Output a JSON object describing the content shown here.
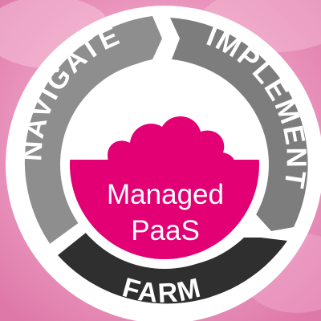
{
  "diagram": {
    "segments": {
      "navigate": {
        "label": "NAVIGATE"
      },
      "implement": {
        "label": "IMPLEMENT"
      },
      "farm": {
        "label": "FARM"
      }
    },
    "center": {
      "line1": "Managed",
      "line2": "PaaS"
    }
  },
  "colors": {
    "background": "#e98fb9",
    "magenta": "#e20074",
    "ring_gray": "#8e8e8e",
    "ring_dark": "#2f2f2f",
    "white": "#ffffff"
  }
}
